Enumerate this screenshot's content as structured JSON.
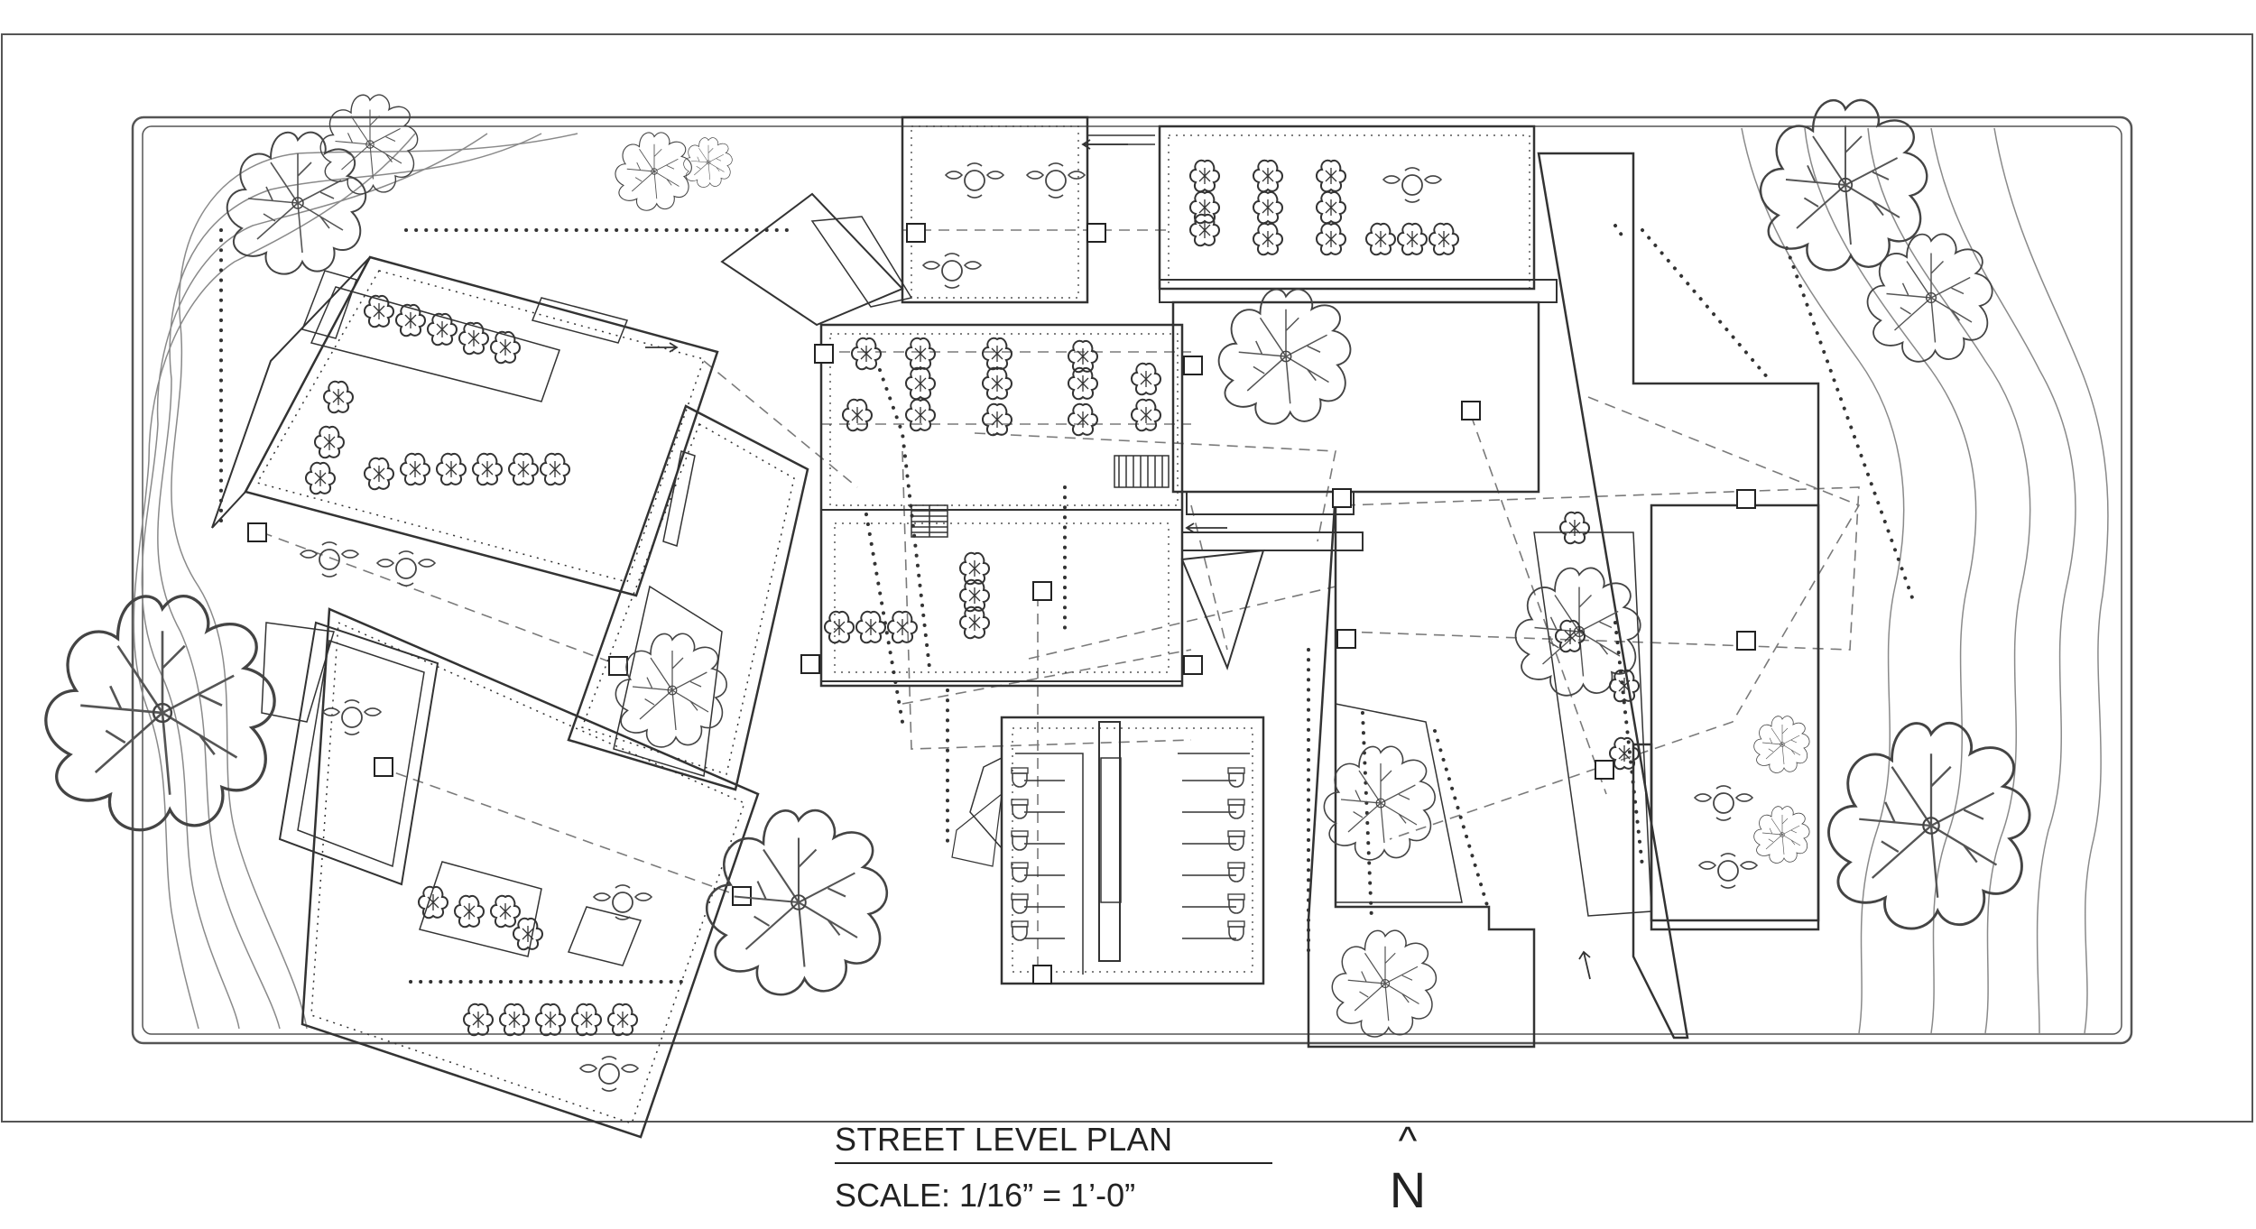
{
  "drawing": {
    "title": "STREET LEVEL PLAN",
    "scale": "SCALE: 1/16” = 1’-0”",
    "north_caret": "^",
    "north_letter": "N"
  },
  "colors": {
    "line": "#3a3a3a",
    "light_line": "#8a8a8a",
    "background": "#ffffff"
  },
  "icons": [
    "tree-canopy-icon",
    "shrub-icon",
    "cafe-table-set-icon",
    "toilet-icon",
    "column-icon",
    "stair-icon",
    "north-arrow-icon"
  ]
}
